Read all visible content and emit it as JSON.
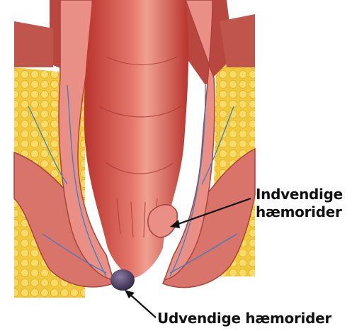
{
  "labels": {
    "internal_line1": "Indvendige",
    "internal_line2": "hæmorider",
    "external": "Udvendige hæmorider"
  },
  "colors": {
    "fat_yellow": "#f2cf45",
    "fat_lobule": "#f7dc6a",
    "muscle_red": "#d8746a",
    "wall_pink": "#e98f86",
    "lumen_red": "#c9443c",
    "lumen_highlight": "#f3a393",
    "vessel_blue": "#3a7fc0",
    "external_hemorrhoid": "#4a3f5e",
    "arrow": "#111111"
  },
  "icons": {
    "arrow_internal": "arrow-pointing-left-icon",
    "arrow_external": "arrow-pointing-up-left-icon"
  }
}
